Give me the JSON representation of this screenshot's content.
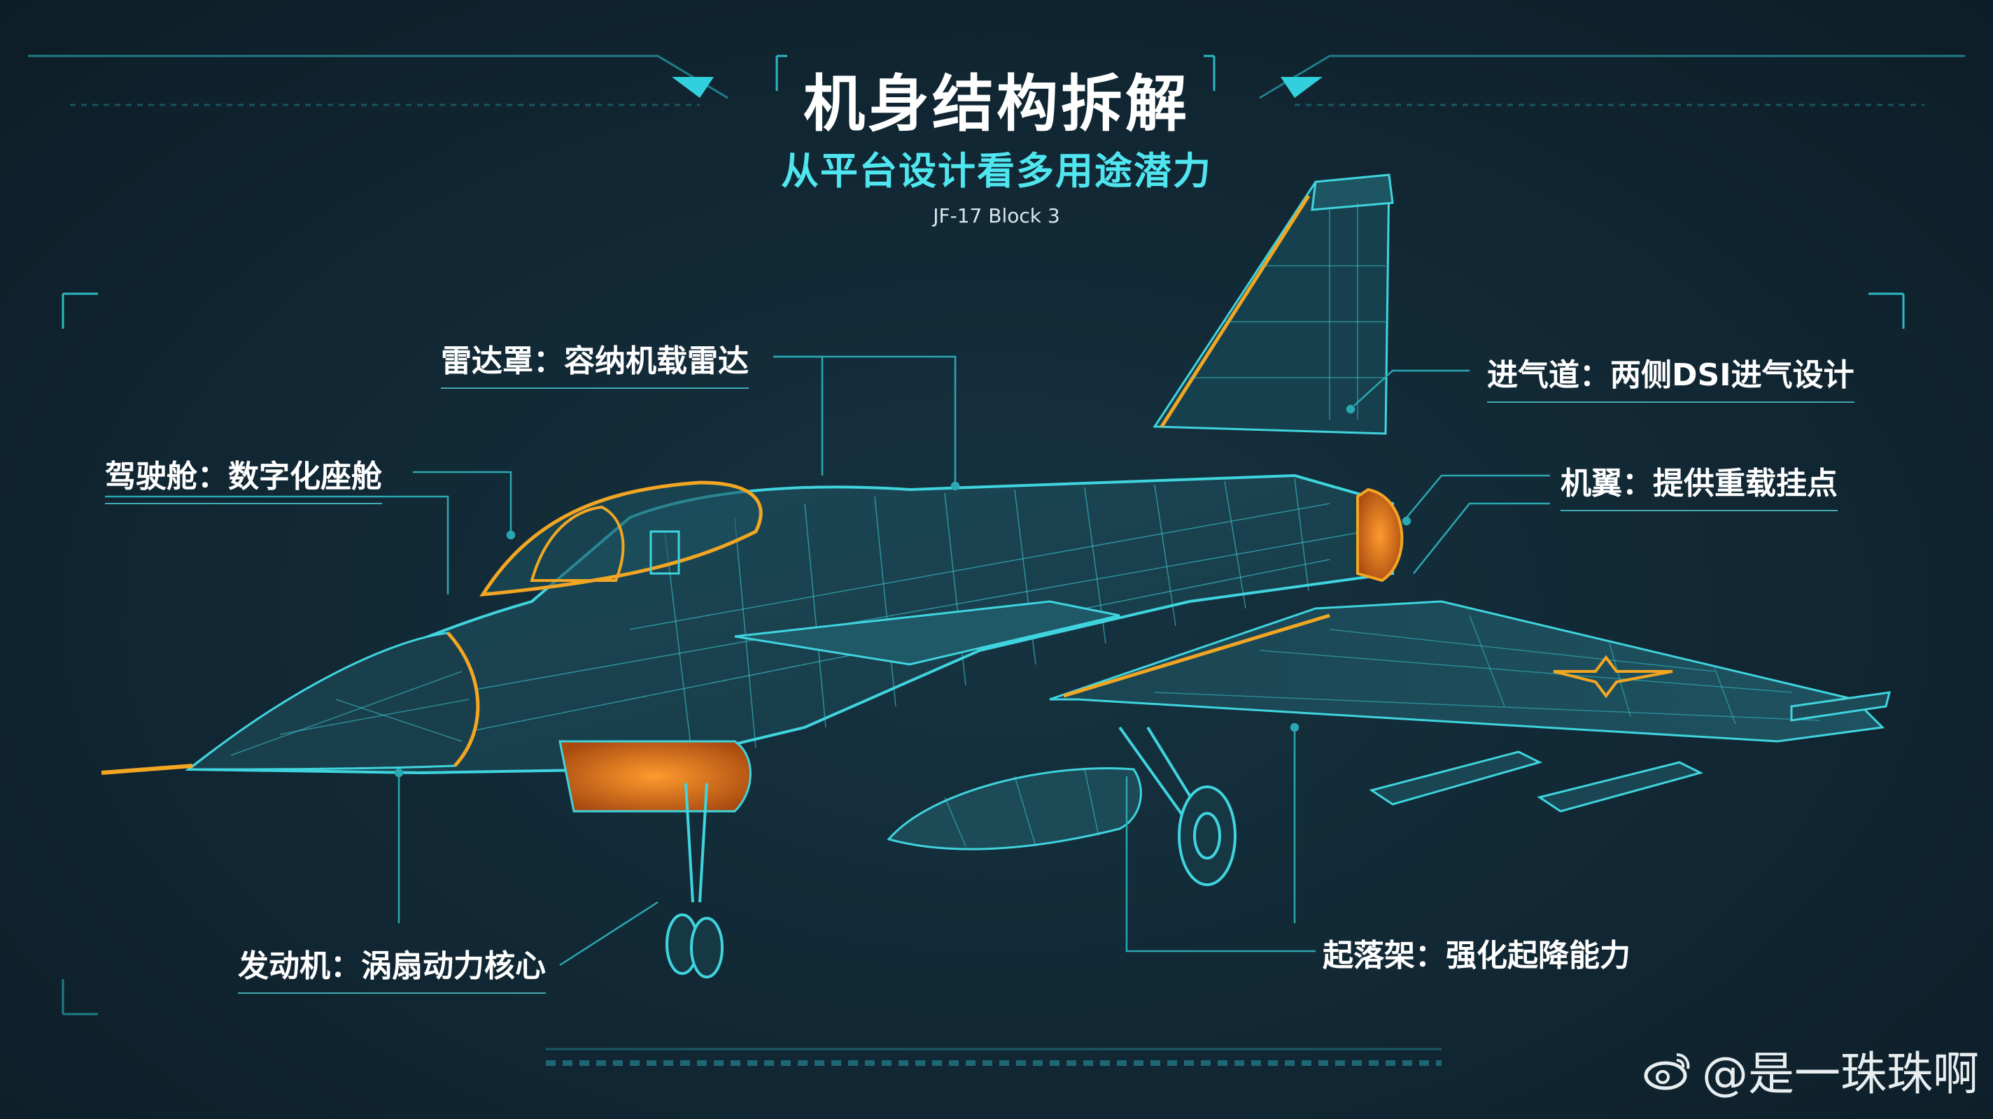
{
  "header": {
    "title": "机身结构拆解",
    "subtitle": "从平台设计看多用途潜力",
    "model": "JF-17 Block 3"
  },
  "callouts": {
    "radome": "雷达罩：容纳机载雷达",
    "cockpit": "驾驶舱：数字化座舱",
    "engine": "发动机：涡扇动力核心",
    "intake": "进气道：两侧DSI进气设计",
    "wing": "机翼：提供重载挂点",
    "landing_gear": "起落架：强化起降能力"
  },
  "watermark": {
    "text": "@是一珠珠啊",
    "icon": "weibo-icon"
  },
  "colors": {
    "background": "#112530",
    "wireframe": "#3fd4de",
    "accent": "#f2a623",
    "subtitle": "#4fe6f0"
  }
}
